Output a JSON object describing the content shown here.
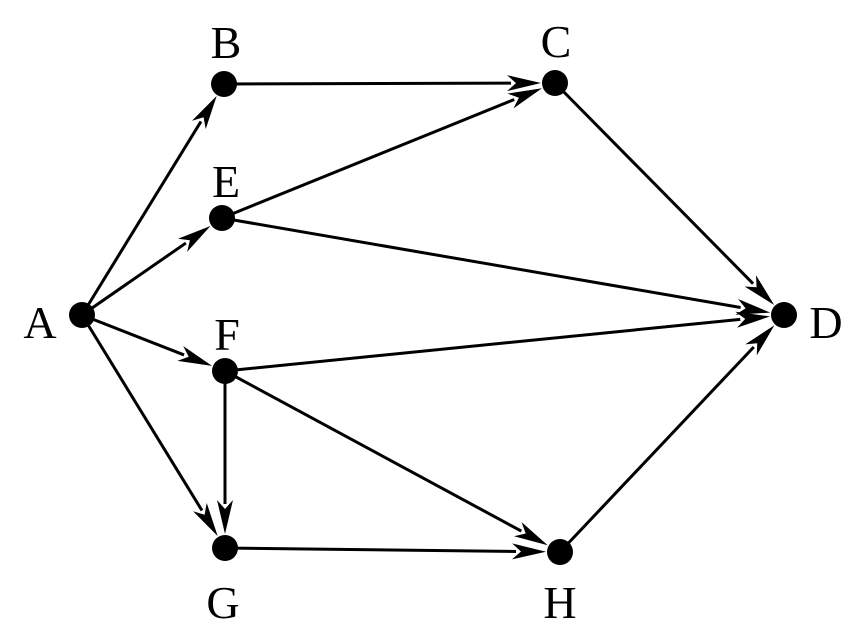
{
  "diagram": {
    "type": "directed-graph",
    "nodes": [
      {
        "id": "A",
        "label": "A"
      },
      {
        "id": "B",
        "label": "B"
      },
      {
        "id": "C",
        "label": "C"
      },
      {
        "id": "D",
        "label": "D"
      },
      {
        "id": "E",
        "label": "E"
      },
      {
        "id": "F",
        "label": "F"
      },
      {
        "id": "G",
        "label": "G"
      },
      {
        "id": "H",
        "label": "H"
      }
    ],
    "edges": [
      {
        "from": "A",
        "to": "B"
      },
      {
        "from": "A",
        "to": "E"
      },
      {
        "from": "A",
        "to": "F"
      },
      {
        "from": "A",
        "to": "G"
      },
      {
        "from": "B",
        "to": "C"
      },
      {
        "from": "E",
        "to": "C"
      },
      {
        "from": "E",
        "to": "D"
      },
      {
        "from": "C",
        "to": "D"
      },
      {
        "from": "F",
        "to": "D"
      },
      {
        "from": "F",
        "to": "G"
      },
      {
        "from": "F",
        "to": "H"
      },
      {
        "from": "G",
        "to": "H"
      },
      {
        "from": "H",
        "to": "D"
      }
    ],
    "colors": {
      "stroke": "#000000",
      "node": "#000000",
      "background": "#ffffff"
    }
  }
}
